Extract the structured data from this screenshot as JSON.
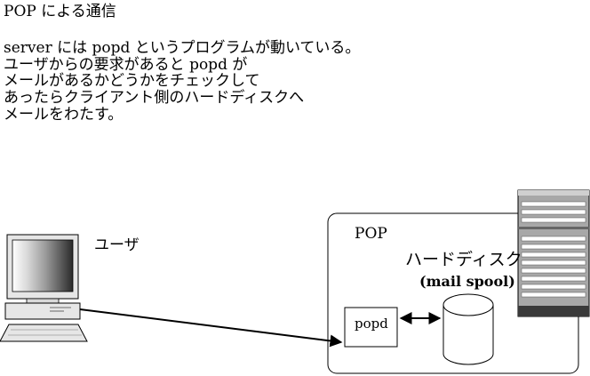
{
  "title": "POP による通信",
  "description_lines": [
    "server には popd というプログラムが動いている。",
    "ユーザからの要求があると popd が",
    "メールがあるかどうかをチェックして",
    "あったらクライアント側のハードディスクへ",
    "メールをわたす。"
  ],
  "diagram": {
    "user_label": "ユーザ",
    "pop_label": "POP",
    "hard_disk_label": "ハードディスク",
    "spool_label": "(mail spool)",
    "popd_label": "popd"
  }
}
